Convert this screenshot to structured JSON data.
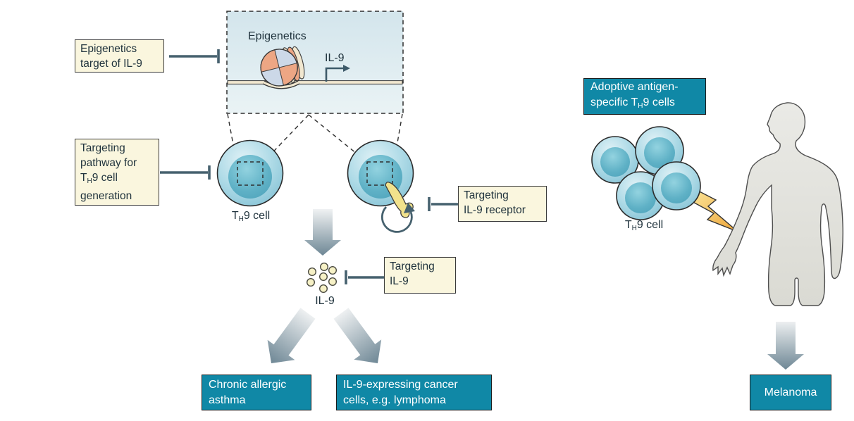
{
  "colors": {
    "teal_box": "#1088A6",
    "cream_box": "#FAF6DE",
    "ink_text": "#1F323C",
    "white_text": "#FFFFFF",
    "inhibitor_line": "#46616E",
    "cell_fill": "#9ED2E0",
    "nucleus_fill": "#57ACC2",
    "il9_dot_fill": "#F6F1C6",
    "lightning_yellow": "#F3C158",
    "block_arrow": "#6E8795",
    "panel_fill": "#DCEAEF"
  },
  "panel": {
    "title": "Epigenetics",
    "gene_label": "IL-9"
  },
  "inhibitor_boxes": {
    "epigenetics_target": {
      "line1": "Epigenetics",
      "line2": "target of IL-9"
    },
    "pathway": {
      "line1": "Targeting",
      "line2": "pathway for",
      "line3_pre": "T",
      "line3_sub": "H",
      "line3_post": "9 cell",
      "line4": "generation"
    },
    "il9_receptor": {
      "line1": "Targeting",
      "line2": "IL-9 receptor"
    },
    "il9": {
      "line1": "Targeting",
      "line2": "IL-9"
    }
  },
  "cell_labels": {
    "left": {
      "pre": "T",
      "sub": "H",
      "post": "9 cell"
    },
    "cluster": {
      "pre": "T",
      "sub": "H",
      "post": "9 cell"
    }
  },
  "cytokine_label": "IL-9",
  "outcome_boxes": {
    "asthma": {
      "line1": "Chronic allergic",
      "line2": "asthma"
    },
    "cancer": {
      "line1": "IL-9-expressing cancer",
      "line2": "cells, e.g. lymphoma"
    },
    "melanoma": {
      "label": "Melanoma"
    }
  },
  "adoptive_box": {
    "line1": "Adoptive antigen-",
    "line2_pre": "specific T",
    "line2_sub": "H",
    "line2_post": "9 cells"
  }
}
